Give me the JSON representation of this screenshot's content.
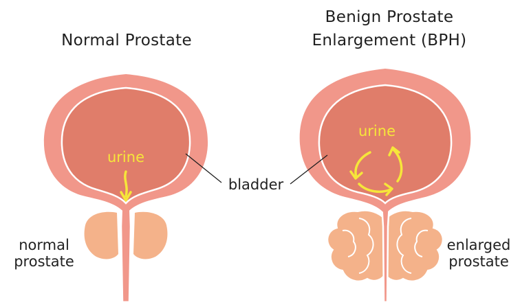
{
  "titles": {
    "normal": "Normal Prostate",
    "bph_line1": "Benign Prostate",
    "bph_line2": "Enlargement (BPH)"
  },
  "labels": {
    "urine_left": "urine",
    "urine_right": "urine",
    "bladder": "bladder",
    "normal_line1": "normal",
    "normal_line2": "prostate",
    "enlarged_line1": "enlarged",
    "enlarged_line2": "prostate"
  },
  "colors": {
    "bladder_wall": "#f1978a",
    "bladder_inner": "#e07d6a",
    "prostate": "#f4b28a",
    "urine": "#f6e63a",
    "outline": "#ffffff",
    "text": "#222222"
  }
}
